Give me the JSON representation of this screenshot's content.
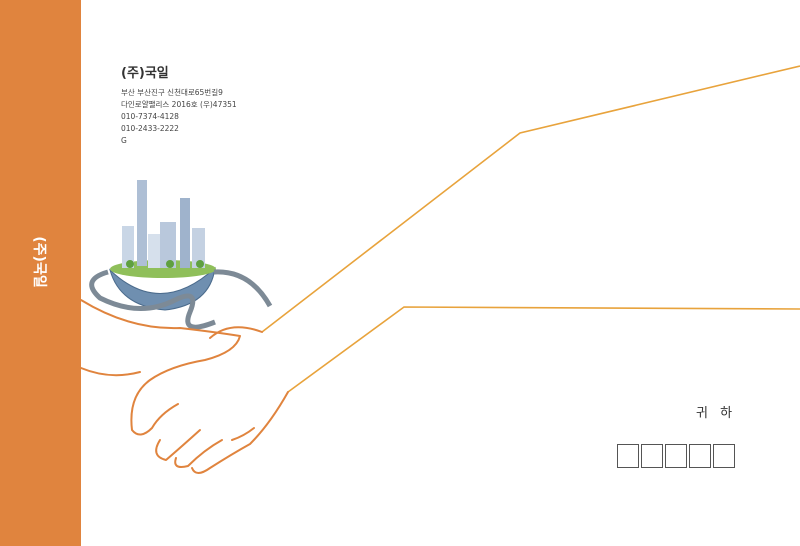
{
  "theme": {
    "accent": "#e0843e",
    "line": "#e8a33c"
  },
  "side_band": {
    "label": "(주)국일"
  },
  "sender": {
    "company": "(주)국일",
    "address_1": "부산 부산진구 신천대로65번길9",
    "address_2": "다인로얄팰리스 2016호 (우)47351",
    "phone_1": "010-7374-4128",
    "phone_2": "010-2433-2222",
    "extra": "G"
  },
  "recipient": {
    "honorific": "귀 하",
    "postal_code_boxes": 5
  },
  "illustration": {
    "icon": "city-globe-handshake-icon"
  }
}
